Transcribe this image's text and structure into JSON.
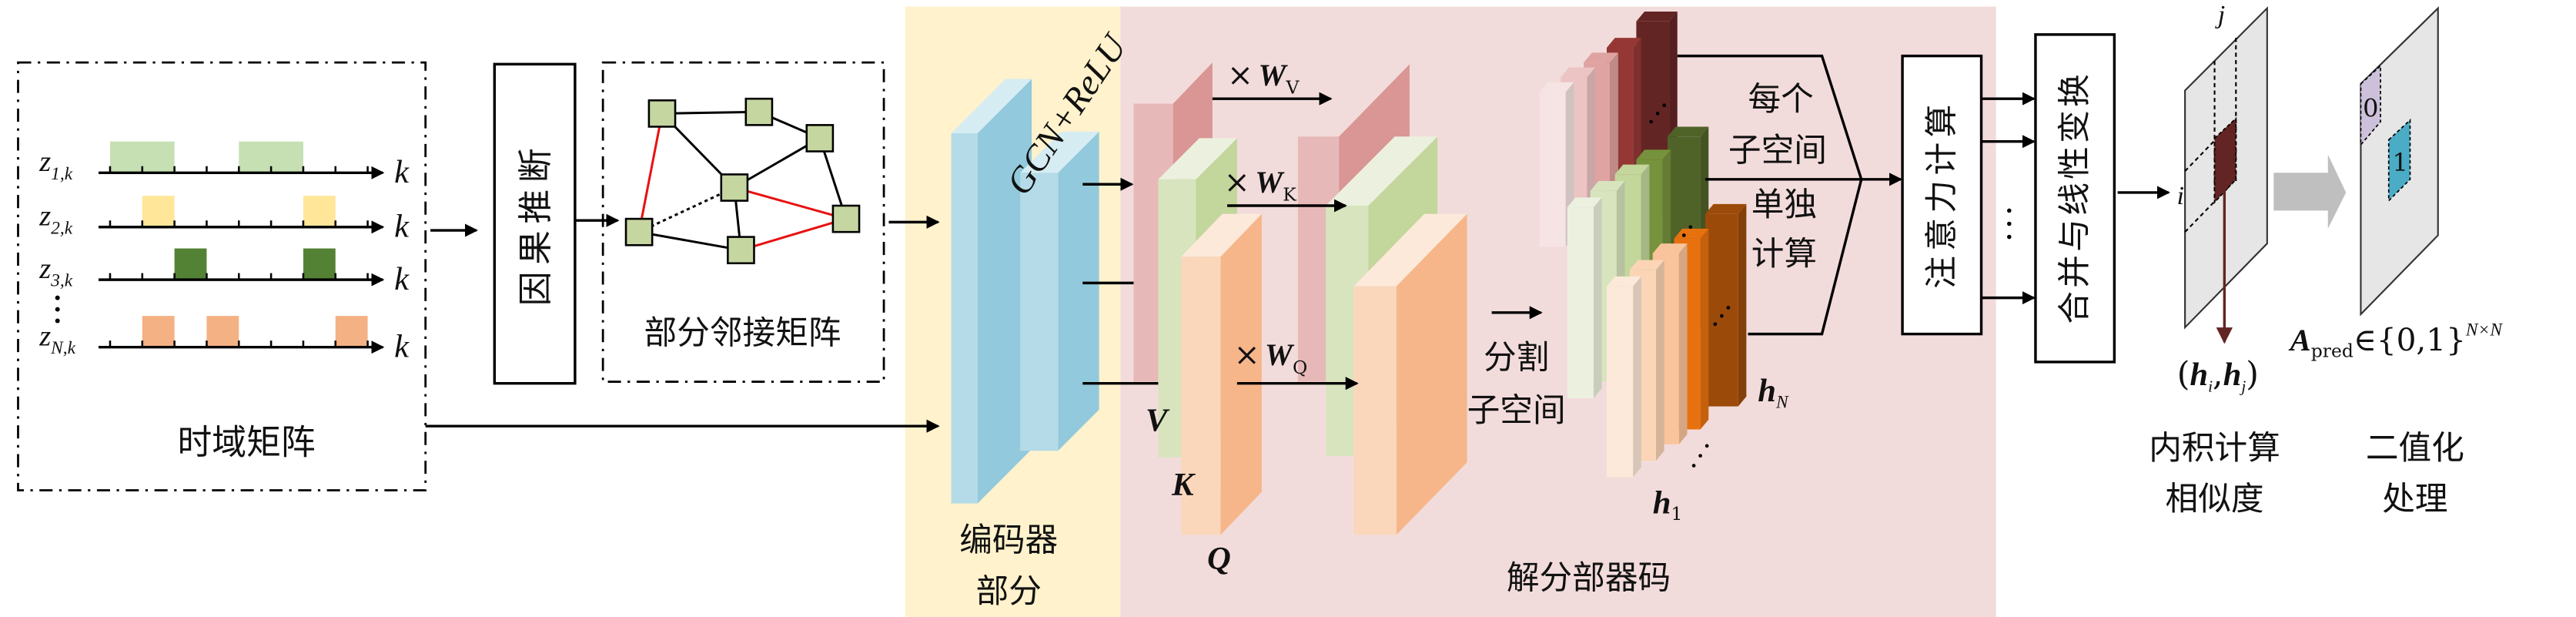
{
  "time_domain": {
    "title": "时域矩阵",
    "axis_label": "k",
    "tick_count": 9,
    "rows": [
      {
        "var": "z",
        "sub": "1,k",
        "color": "#c6e0b4",
        "active_intervals": [
          [
            0,
            2
          ],
          [
            4,
            6
          ]
        ]
      },
      {
        "var": "z",
        "sub": "2,k",
        "color": "#ffe699",
        "active_intervals": [
          [
            1,
            2
          ],
          [
            6,
            7
          ]
        ]
      },
      {
        "var": "z",
        "sub": "3,k",
        "color": "#548235",
        "active_intervals": [
          [
            2,
            3
          ],
          [
            6,
            7
          ]
        ]
      },
      {
        "var": "z",
        "sub": "N,k",
        "color": "#f4b183",
        "active_intervals": [
          [
            1,
            2
          ],
          [
            3,
            4
          ],
          [
            7,
            8
          ]
        ]
      }
    ]
  },
  "causal_inference": "因果推断",
  "partial_adjacency": {
    "title": "部分邻接矩阵",
    "node_color": "#c5d6a0",
    "nodes": 7,
    "edges": [
      {
        "from": 0,
        "to": 1,
        "type": "solid"
      },
      {
        "from": 1,
        "to": 2,
        "type": "solid"
      },
      {
        "from": 0,
        "to": 3,
        "type": "solid"
      },
      {
        "from": 2,
        "to": 3,
        "type": "solid"
      },
      {
        "from": 2,
        "to": 4,
        "type": "solid"
      },
      {
        "from": 3,
        "to": 6,
        "type": "solid"
      },
      {
        "from": 5,
        "to": 6,
        "type": "solid"
      },
      {
        "from": 0,
        "to": 5,
        "type": "red"
      },
      {
        "from": 3,
        "to": 4,
        "type": "red"
      },
      {
        "from": 6,
        "to": 4,
        "type": "red"
      },
      {
        "from": 5,
        "to": 3,
        "type": "dotted"
      }
    ]
  },
  "encoder": {
    "layer": "GCN+ReLU",
    "label_line1": "编码器",
    "label_line2": "部分",
    "bg_color": "#fff2cc"
  },
  "decoder": {
    "title": "解分部器码",
    "bg_color": "#f2dcdb",
    "V": "V",
    "K": "K",
    "Q": "Q",
    "times": "×",
    "wv": {
      "symbol": "W",
      "sub": "V"
    },
    "wk": {
      "symbol": "W",
      "sub": "K"
    },
    "wq": {
      "symbol": "W",
      "sub": "Q"
    },
    "split_line1": "分割",
    "split_line2": "子空间",
    "h1": {
      "symbol": "h",
      "sub": "1"
    },
    "hN": {
      "symbol": "h",
      "sub": "N"
    },
    "per_subspace": [
      "每个",
      "子空间",
      "单独",
      "计算"
    ],
    "subspace_colors": {
      "red": [
        "#f5e4e3",
        "#ecc4c3",
        "#dfa3a1",
        "#953735",
        "#632523"
      ],
      "green": [
        "#ebf1de",
        "#d7e4bd",
        "#c3d69b",
        "#76923c",
        "#4f6228"
      ],
      "orange": [
        "#fde9d9",
        "#fbd5b5",
        "#f9c39b",
        "#e8710f",
        "#9c4a0a"
      ]
    }
  },
  "attention": "注意力计算",
  "merge_linear": "合并与线性变换",
  "similarity": {
    "i": "i",
    "j": "j",
    "pair_open": "(",
    "hi": "h",
    "hi_sub": "i",
    "comma": ",",
    "hj": "h",
    "hj_sub": "j",
    "pair_close": ")",
    "label_line1": "内积计算",
    "label_line2": "相似度",
    "cell_color": "#632523"
  },
  "binarize": {
    "zero": "0",
    "one": "1",
    "A": "A",
    "A_sub": "pred",
    "set": "∈{0,1}",
    "sup": "N×N",
    "label_line1": "二值化",
    "label_line2": "处理",
    "zero_color": "#ccc0da",
    "one_color": "#4bacc6"
  }
}
